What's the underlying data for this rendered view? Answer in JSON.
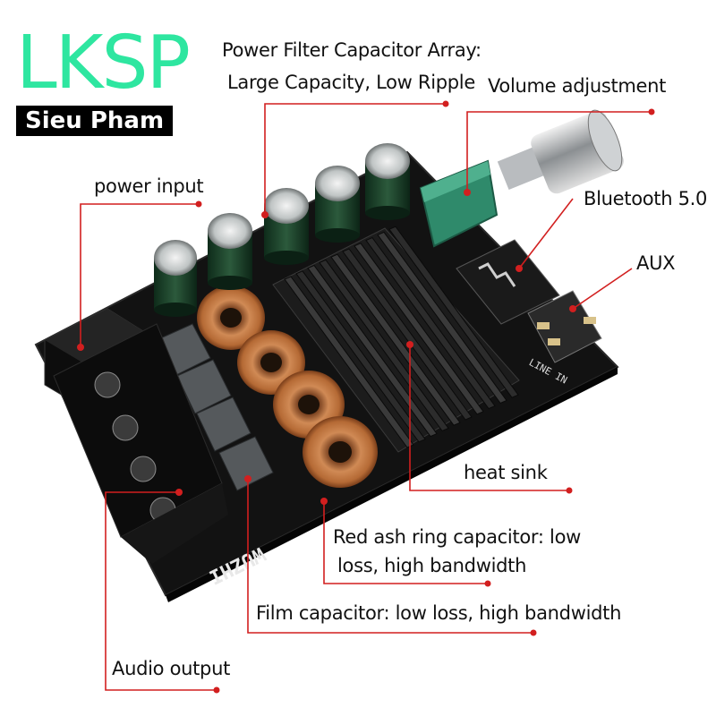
{
  "logo": {
    "main": "LKSP",
    "sub": "Sieu Pham"
  },
  "labels": {
    "power_filter_line1": "Power Filter Capacitor Array:",
    "power_filter_line2": "Large Capacity, Low Ripple",
    "volume": "Volume adjustment",
    "power_input": "power input",
    "bluetooth": "Bluetooth 5.0",
    "aux": "AUX",
    "heat_sink": "heat sink",
    "red_ash_line1": "Red ash ring capacitor: low",
    "red_ash_line2": "loss, high bandwidth",
    "film_cap": "Film capacitor: low loss, high bandwidth",
    "audio_output": "Audio output"
  },
  "board": {
    "brand": "WUZHI",
    "line_in": "LINE IN"
  },
  "colors": {
    "leader": "#d21f1f",
    "logo_green": "#2ee6a0",
    "board": "#111111"
  }
}
